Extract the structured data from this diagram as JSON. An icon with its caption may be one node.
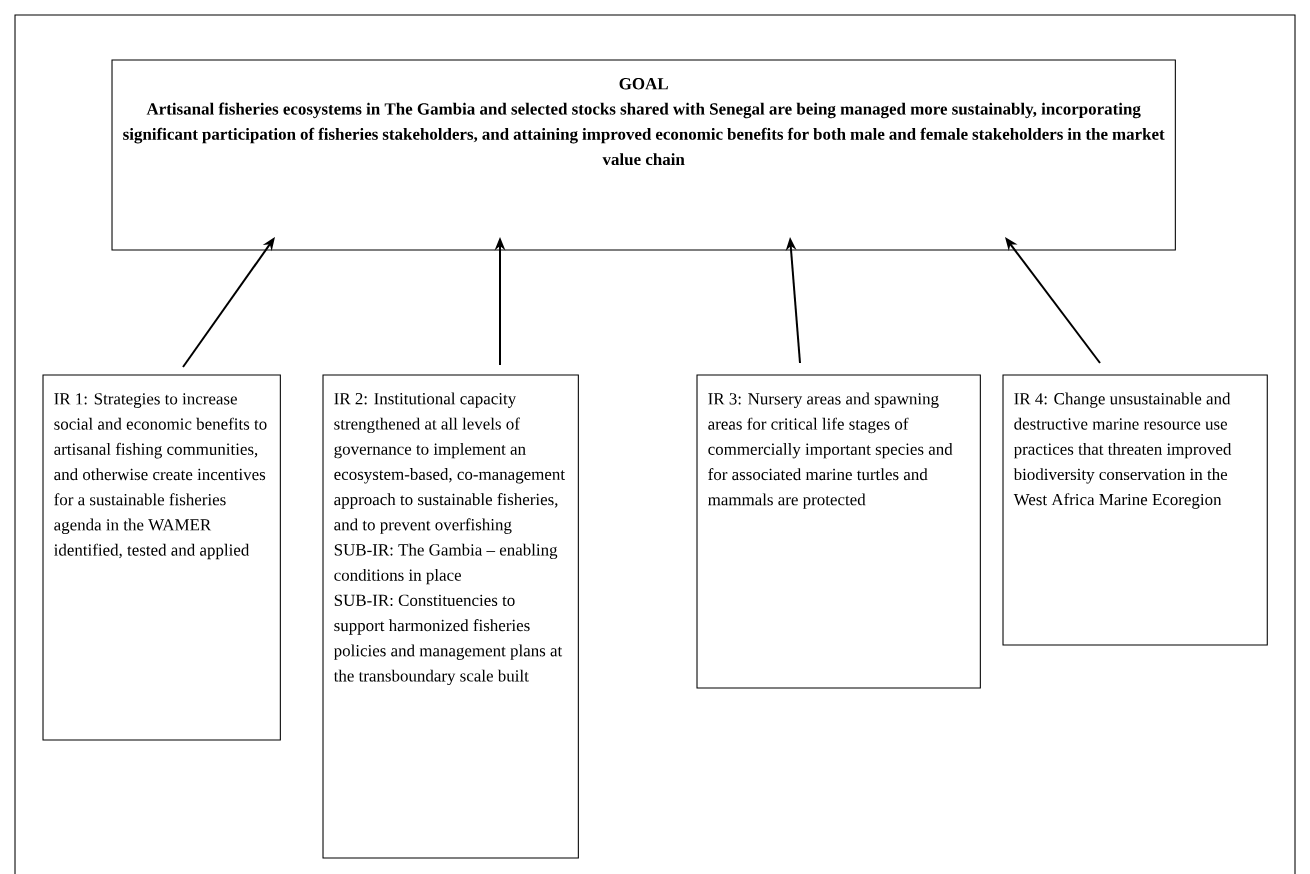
{
  "diagram": {
    "nodes": [
      {
        "text": [
          "GOAL",
          "Artisanal fisheries ecosystems in The Gambia and selected stocks shared with Senegal are being managed more sustainably, incorporating significant participation of fisheries stakeholders, and attaining improved economic benefits for both male and female stakeholders in the market value chain"
        ]
      },
      {
        "text": [
          "IR 1: Strategies to increase social and economic benefits to artisanal fishing communities, and otherwise create incentives for a sustainable fisheries agenda in the WAMER identified, tested and applied"
        ]
      },
      {
        "text": [
          "IR 2: Institutional capacity strengthened at all levels of governance to implement an ecosystem-based, co-management approach to sustainable fisheries, and to prevent overfishing",
          "SUB-IR: The Gambia – enabling conditions in place",
          "SUB-IR: Constituencies to support harmonized fisheries policies and management plans at the transboundary scale built"
        ]
      },
      {
        "text": [
          "IR 3: Nursery areas and spawning areas for critical life stages of commercially important species and for associated marine turtles and mammals are protected"
        ]
      },
      {
        "text": [
          "IR 4: Change unsustainable and destructive marine resource use practices that threaten improved biodiversity conservation in the West Africa Marine Ecoregion"
        ]
      }
    ],
    "edges": [
      {
        "from": 1,
        "to": 0,
        "arrow": "to"
      },
      {
        "from": 2,
        "to": 0,
        "arrow": "to"
      },
      {
        "from": 3,
        "to": 0,
        "arrow": "to"
      },
      {
        "from": 4,
        "to": 0,
        "arrow": "to"
      }
    ]
  }
}
